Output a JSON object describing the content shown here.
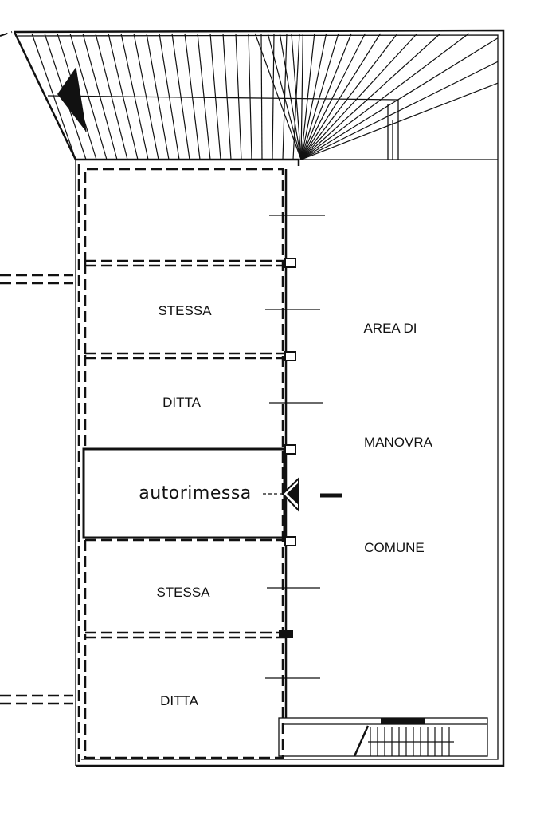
{
  "labels": {
    "unit1": "STESSA",
    "unit2": "DITTA",
    "garage": "autorimessa",
    "unit3": "STESSA",
    "unit4": "DITTA",
    "area_line1": "AREA DI",
    "area_line2": "MANOVRA",
    "area_line3": "COMUNE"
  }
}
